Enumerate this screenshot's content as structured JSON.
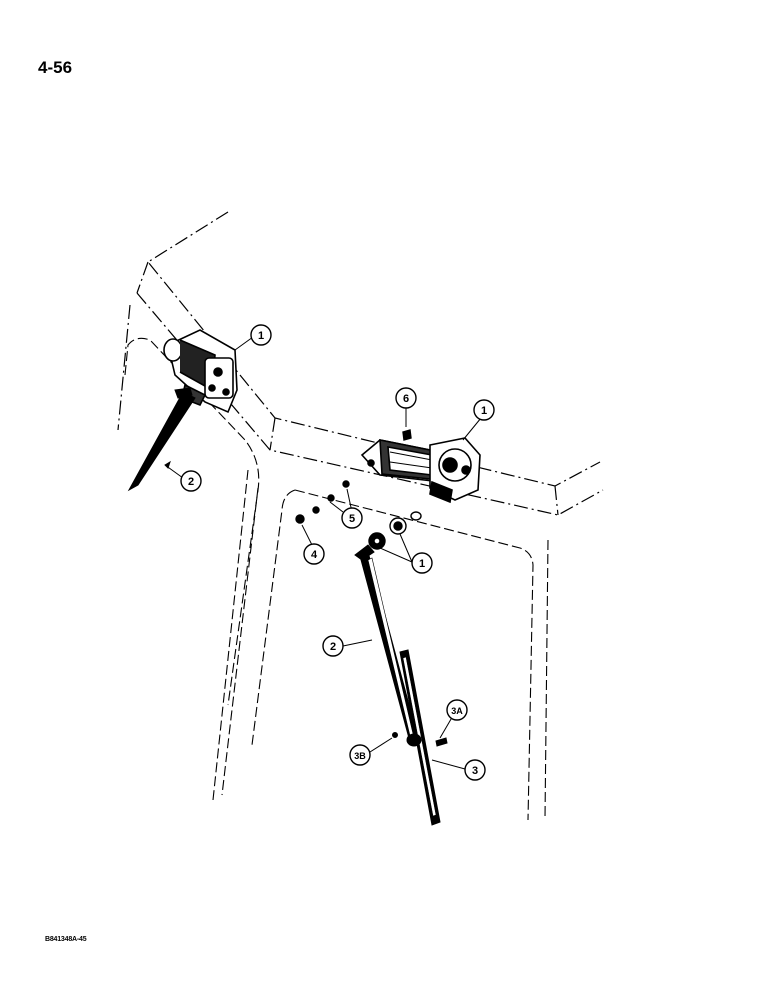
{
  "page_number": "4-56",
  "figure_code": "B841348A-45",
  "callouts": {
    "left_motor": "1",
    "left_arm": "2",
    "right_bolt": "6",
    "right_motor": "1",
    "washers": "5",
    "screw": "4",
    "nuts": "1",
    "right_arm": "2",
    "blade_clip_a": "3A",
    "blade_clip_b": "3B",
    "blade": "3"
  }
}
